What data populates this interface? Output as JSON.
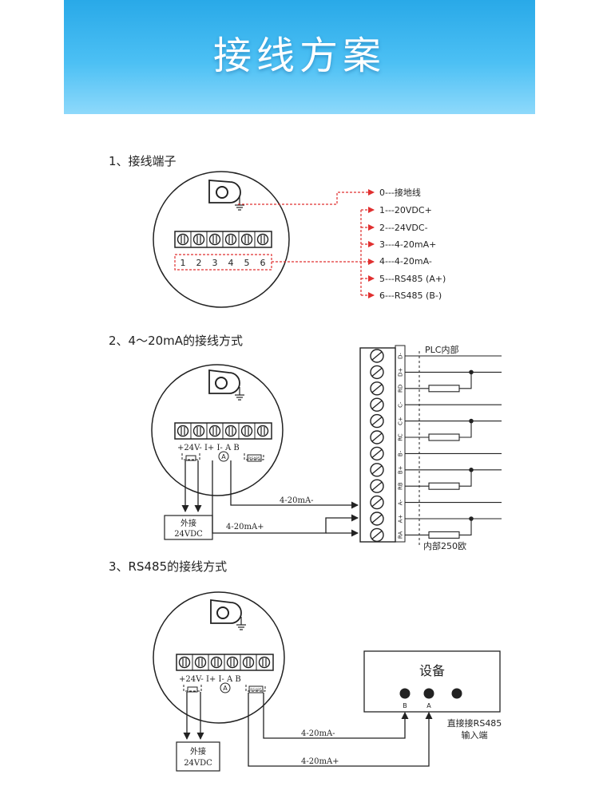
{
  "banner": {
    "title": "接线方案"
  },
  "sections": {
    "s1": {
      "title": "1、接线端子"
    },
    "s2": {
      "title": "2、4～20mA的接线方式"
    },
    "s3": {
      "title": "3、RS485的接线方式"
    }
  },
  "terminals": {
    "numbers": [
      "1",
      "2",
      "3",
      "4",
      "5",
      "6"
    ]
  },
  "legend": {
    "items": [
      "0---接地线",
      "1---20VDC+",
      "2---24VDC-",
      "3---4-20mA+",
      "4---4-20mA-",
      "5---RS485 (A+)",
      "6---RS485 (B-)"
    ]
  },
  "device_labels": {
    "top": "+24V- I+ I- A B",
    "ammeter": "A",
    "rs485": "RS485"
  },
  "wiring_4_20": {
    "plc_label": "PLC内部",
    "internal_label": "内部250欧",
    "wire_minus": "4-20mA-",
    "wire_plus": "4-20mA+",
    "supply_line1": "外接",
    "supply_line2": "24VDC",
    "pins": [
      "D-",
      "D+",
      "RD",
      "C-",
      "C+",
      "RC",
      "B-",
      "B+",
      "RB",
      "A-",
      "A+",
      "RA"
    ]
  },
  "wiring_rs485": {
    "device_title": "设备",
    "pin_b": "B",
    "pin_a": "A",
    "note_line1": "直接接RS485",
    "note_line2": "输入端",
    "wire_minus": "4-20mA-",
    "wire_plus": "4-20mA+",
    "supply_line1": "外接",
    "supply_line2": "24VDC"
  },
  "colors": {
    "banner": "#3bb6f0",
    "accent_red": "#e03030",
    "line": "#222222"
  }
}
